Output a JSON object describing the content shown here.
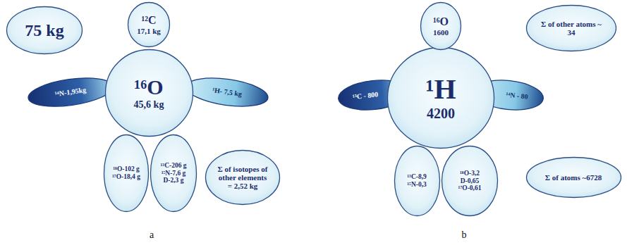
{
  "diagram": {
    "nodes": [
      {
        "text": [
          "75 kg"
        ]
      },
      {
        "text": [
          "¹²C",
          "17,1 kg"
        ]
      },
      {
        "text": [
          "¹⁶O",
          "45,6 kg"
        ]
      },
      {
        "text": [
          "¹⁴N-1,95kg"
        ]
      },
      {
        "text": [
          "¹H- 7,5 kg"
        ]
      },
      {
        "text": [
          "¹⁸O-102 g",
          "¹⁷O-18,4 g"
        ]
      },
      {
        "text": [
          "¹³C-206 g",
          "¹⁵N-7,6 g",
          "D-2,3 g"
        ]
      },
      {
        "text": [
          "Σ of isotopes of other elements = 2,52 kg"
        ]
      },
      {
        "text": [
          "¹⁶O",
          "1600"
        ]
      },
      {
        "text": [
          "Σ of other atoms ~ 34"
        ]
      },
      {
        "text": [
          "¹H",
          "4200"
        ]
      },
      {
        "text": [
          "¹³C - 800"
        ]
      },
      {
        "text": [
          "¹⁴N - 80"
        ]
      },
      {
        "text": [
          "¹³C-8,9",
          "¹⁵N-0,3"
        ]
      },
      {
        "text": [
          "¹⁸O-3,2",
          "D-0,65",
          "¹⁷O-0,61"
        ]
      },
      {
        "text": [
          "Σ of atoms ~6728"
        ]
      }
    ],
    "labels": [
      "a",
      "b"
    ]
  }
}
